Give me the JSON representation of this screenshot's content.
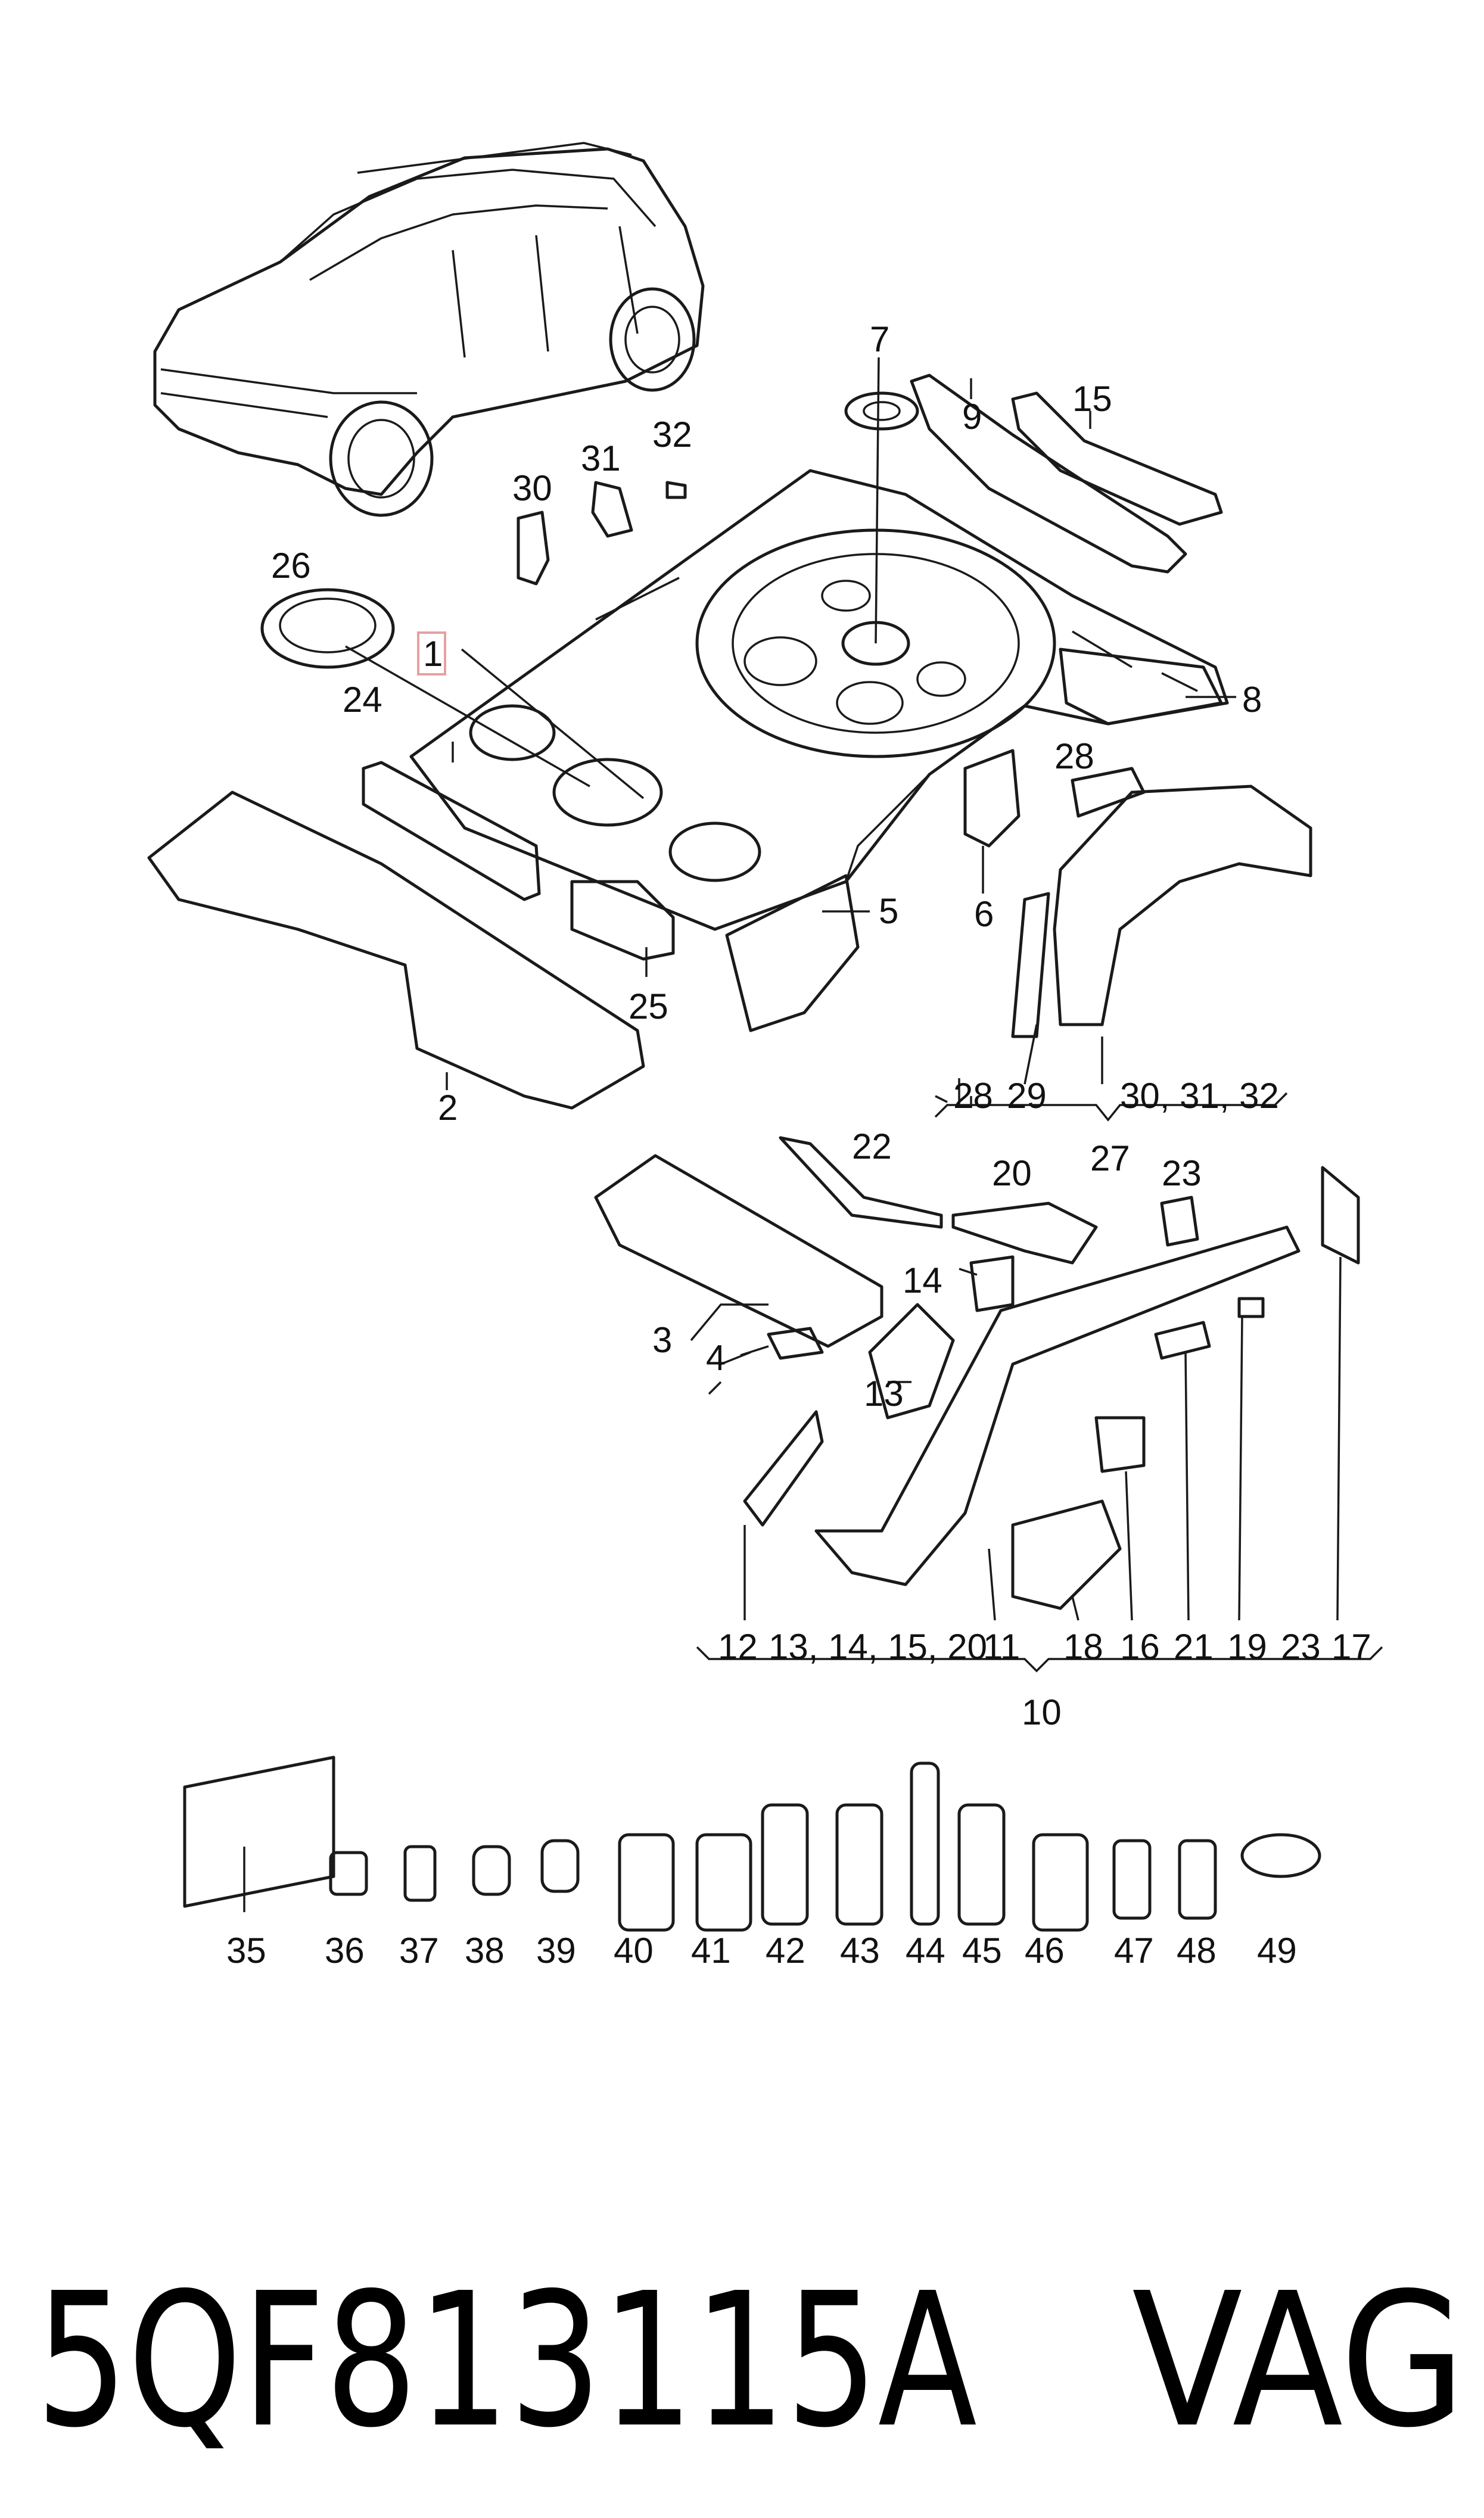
{
  "diagram": {
    "callouts": {
      "c1": "1",
      "c2": "2",
      "c3": "3",
      "c4": "4",
      "c5": "5",
      "c6": "6",
      "c7": "7",
      "c8": "8",
      "c9": "9",
      "c10": "10",
      "c11": "11",
      "c12": "12",
      "c13": "13",
      "c14": "14",
      "c15": "15",
      "c16": "16",
      "c17": "17",
      "c18": "18",
      "c19": "19",
      "c20": "20",
      "c21": "21",
      "c22": "22",
      "c23": "23",
      "c24": "24",
      "c25": "25",
      "c26": "26",
      "c27": "27",
      "c28": "28",
      "c29": "29",
      "c30": "30",
      "c31": "31",
      "c32": "32",
      "g27_28": "28",
      "g27_29": "29",
      "g27_303132": "30, 31, 32",
      "g10_12": "12",
      "g10_13141520": "13, 14, 15, 20",
      "g10_11": "11",
      "g10_18": "18",
      "g10_16": "16",
      "g10_21": "21",
      "g10_19": "19",
      "g10_23": "23",
      "g10_17": "17",
      "c35": "35",
      "c36": "36",
      "c37": "37",
      "c38": "38",
      "c39": "39",
      "c40": "40",
      "c41": "41",
      "c42": "42",
      "c43": "43",
      "c44": "44",
      "c45": "45",
      "c46": "46",
      "c47": "47",
      "c48": "48",
      "c49": "49"
    },
    "highlight_color": "#e8a0a0"
  },
  "footer": {
    "part_number": "5QF813115A",
    "brand": "VAG"
  }
}
